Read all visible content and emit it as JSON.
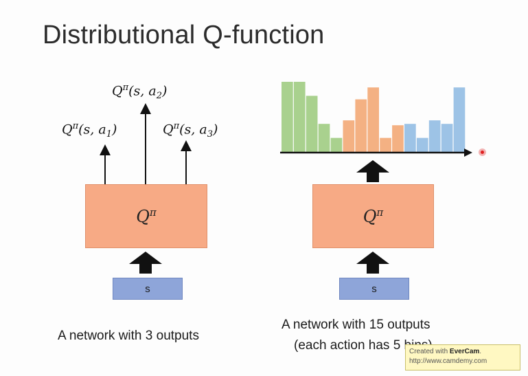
{
  "title": "Distributional Q-function",
  "left": {
    "outputs": [
      {
        "base": "Q",
        "sup": "π",
        "args": "(s, a",
        "sub": "2",
        "close": ")"
      },
      {
        "base": "Q",
        "sup": "π",
        "args": "(s, a",
        "sub": "1",
        "close": ")"
      },
      {
        "base": "Q",
        "sup": "π",
        "args": "(s, a",
        "sub": "3",
        "close": ")"
      }
    ],
    "network_label": {
      "base": "Q",
      "sup": "π"
    },
    "input_label": "s",
    "caption": "A network with 3 outputs"
  },
  "right": {
    "network_label": {
      "base": "Q",
      "sup": "π"
    },
    "input_label": "s",
    "caption_line1": "A network with 15 outputs",
    "caption_line2": "(each action has 5 bins)",
    "bins": [
      {
        "value": 1.0,
        "color": "#a9d18e"
      },
      {
        "value": 1.0,
        "color": "#a9d18e"
      },
      {
        "value": 0.8,
        "color": "#a9d18e"
      },
      {
        "value": 0.4,
        "color": "#a9d18e"
      },
      {
        "value": 0.2,
        "color": "#a9d18e"
      },
      {
        "value": 0.45,
        "color": "#f4b183"
      },
      {
        "value": 0.75,
        "color": "#f4b183"
      },
      {
        "value": 0.92,
        "color": "#f4b183"
      },
      {
        "value": 0.2,
        "color": "#f4b183"
      },
      {
        "value": 0.38,
        "color": "#f4b183"
      },
      {
        "value": 0.4,
        "color": "#9dc3e6"
      },
      {
        "value": 0.2,
        "color": "#9dc3e6"
      },
      {
        "value": 0.45,
        "color": "#9dc3e6"
      },
      {
        "value": 0.4,
        "color": "#9dc3e6"
      },
      {
        "value": 0.92,
        "color": "#9dc3e6"
      }
    ]
  },
  "watermark": {
    "line1_prefix": "Created with ",
    "line1_brand": "EverCam",
    "line1_suffix": ".",
    "line2": "http://www.camdemy.com"
  },
  "colors": {
    "network": "#f7aa85",
    "input": "#8ea5d9",
    "green_bin": "#a9d18e",
    "orange_bin": "#f4b183",
    "blue_bin": "#9dc3e6"
  }
}
